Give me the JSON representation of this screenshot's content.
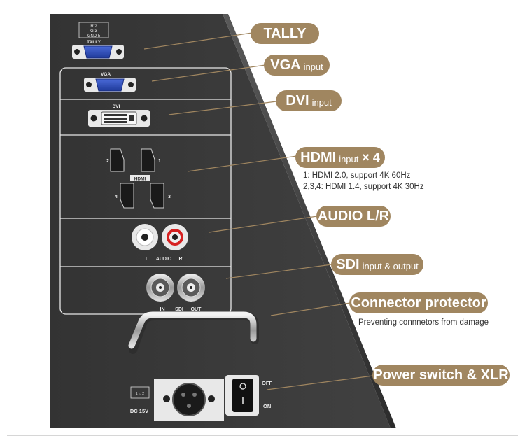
{
  "panel": {
    "tally_pins": [
      "R 2",
      "G 3",
      "GND 5"
    ],
    "tally_label": "TALLY",
    "vga_label": "VGA",
    "dvi_label": "DVI",
    "hdmi_label": "HDMI",
    "hdmi_ports": [
      "1",
      "2",
      "3",
      "4"
    ],
    "audio_labels": [
      "L",
      "AUDIO",
      "R"
    ],
    "sdi_labels": [
      "IN",
      "SDI",
      "OUT"
    ],
    "dc_label": "DC 15V",
    "switch_off": "OFF",
    "switch_on": "ON"
  },
  "callouts": {
    "tally": {
      "title": "TALLY"
    },
    "vga": {
      "title": "VGA",
      "sub": "input"
    },
    "dvi": {
      "title": "DVI",
      "sub": "input"
    },
    "hdmi": {
      "title": "HDMI",
      "sub": "input",
      "mult": "× 4",
      "notes": [
        "1: HDMI 2.0, support 4K 60Hz",
        "2,3,4: HDMI 1.4, support 4K 30Hz"
      ]
    },
    "audio": {
      "title": "AUDIO L/R"
    },
    "sdi": {
      "title": "SDI",
      "sub": "input & output"
    },
    "protector": {
      "title": "Connector protector",
      "note": "Preventing connnetors from damage"
    },
    "power": {
      "title": "Power switch & XLR"
    }
  },
  "colors": {
    "pill": "#a08660",
    "panel": "#3b3b3b",
    "leader": "#a08660"
  }
}
